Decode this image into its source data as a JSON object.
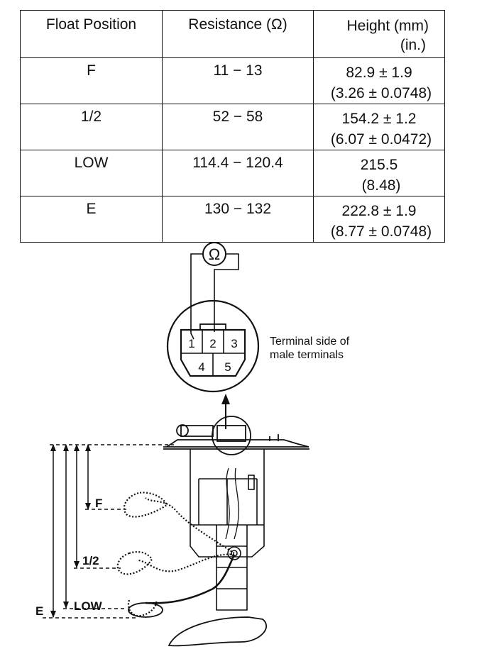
{
  "table": {
    "headers": {
      "float_position": "Float Position",
      "resistance": "Resistance (Ω)",
      "height_mm": "Height (mm)",
      "height_in": "(in.)"
    },
    "rows": [
      {
        "position": "F",
        "resistance": "11 − 13",
        "height_mm": "82.9 ± 1.9",
        "height_in": "(3.26 ± 0.0748)"
      },
      {
        "position": "1/2",
        "resistance": "52 − 58",
        "height_mm": "154.2 ± 1.2",
        "height_in": "(6.07 ± 0.0472)"
      },
      {
        "position": "LOW",
        "resistance": "114.4 − 120.4",
        "height_mm": "215.5",
        "height_in": "(8.48)"
      },
      {
        "position": "E",
        "resistance": "130 − 132",
        "height_mm": "222.8 ± 1.9",
        "height_in": "(8.77 ± 0.0748)"
      }
    ]
  },
  "diagram": {
    "ohmmeter_symbol": "Ω",
    "terminals": [
      "1",
      "2",
      "3",
      "4",
      "5"
    ],
    "callout_line1": "Terminal side of",
    "callout_line2": "male terminals",
    "level_labels": {
      "f": "F",
      "half": "1/2",
      "low": "LOW",
      "e": "E"
    }
  }
}
